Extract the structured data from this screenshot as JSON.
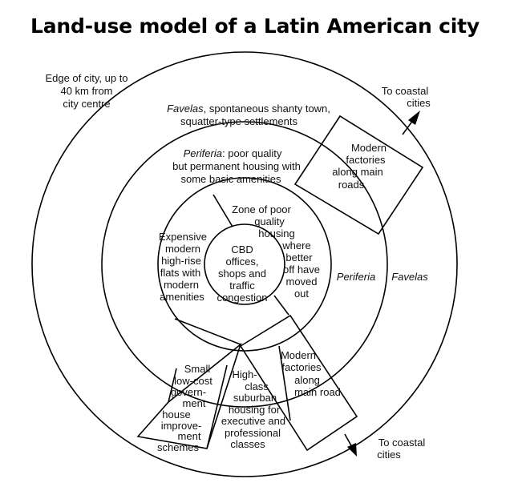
{
  "title": "Land-use model of a Latin American city",
  "labels": {
    "edge": [
      "Edge of city, up to",
      "40 km from",
      "city centre"
    ],
    "favelas_top": {
      "line1_italic": "Favelas",
      "line1_rest": ", spontaneous shanty town,",
      "line2": "squatter-type settlements"
    },
    "periferia_top": {
      "line1_italic": "Periferia",
      "line1_rest": ": poor quality",
      "line2": "but permanent housing with",
      "line3": "some basic amenities"
    },
    "cbd": [
      "CBD",
      "offices,",
      "shops and",
      "traffic",
      "congestion"
    ],
    "expensive": [
      "Expensive",
      "modern",
      "high-rise",
      "flats with",
      "modern",
      "amenities"
    ],
    "poor_quality": [
      "Zone of poor",
      "quality",
      "housing",
      "where",
      "better",
      "off have",
      "moved",
      "out"
    ],
    "factories_top": [
      "Modern",
      "factories",
      "along main",
      "roads"
    ],
    "factories_bottom": [
      "Modern",
      "factories",
      "along",
      "main road"
    ],
    "coastal_top": [
      "To coastal",
      "cities"
    ],
    "coastal_bottom": [
      "To coastal",
      "cities"
    ],
    "periferia_right": "Periferia",
    "favelas_right": "Favelas",
    "small_lowcost": [
      "Small",
      "low-cost",
      "govern-",
      "ment",
      "house",
      "improve-",
      "ment",
      "schemes"
    ],
    "high_class": [
      "High-",
      "class",
      "suburban",
      "housing for",
      "executive and",
      "professional",
      "classes"
    ]
  }
}
